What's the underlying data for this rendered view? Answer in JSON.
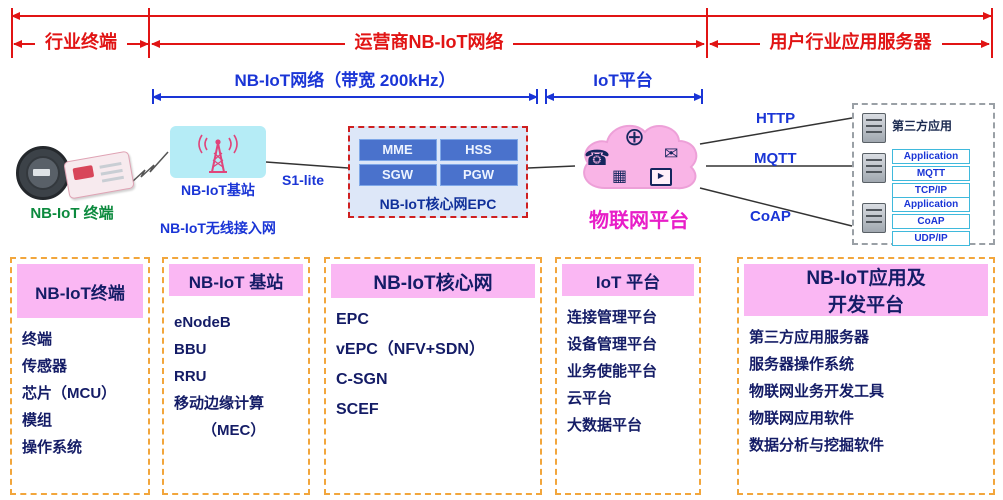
{
  "colors": {
    "red_accent": "#e11414",
    "blue_accent": "#1a35d6",
    "navy_text": "#141c66",
    "magenta_label": "#e81ec8",
    "pink_header": "#fab7f3",
    "orange_border": "#f2a63c",
    "cyan_box": "#b5ecf6",
    "green_label": "#0c8a3e"
  },
  "top": {
    "sections": [
      {
        "label": "行业终端"
      },
      {
        "label": "运营商NB-IoT网络"
      },
      {
        "label": "用户行业应用服务器"
      }
    ]
  },
  "level2": {
    "nbiot_network": "NB-IoT网络（带宽 200kHz）",
    "iot_platform": "IoT平台"
  },
  "diagram": {
    "terminal_label": "NB-IoT 终端",
    "base_station_label": "NB-IoT基站",
    "ran_label": "NB-IoT无线接入网",
    "s1_interface": "S1-lite",
    "epc": {
      "nodes": [
        "MME",
        "HSS",
        "SGW",
        "PGW"
      ],
      "label": "NB-IoT核心网EPC"
    },
    "cloud_label": "物联网平台",
    "protocols": [
      "HTTP",
      "MQTT",
      "CoAP"
    ],
    "servers": {
      "third_party_label": "第三方应用",
      "stack1": [
        "Application",
        "MQTT",
        "TCP/IP"
      ],
      "stack2": [
        "Application",
        "CoAP",
        "UDP/IP"
      ]
    }
  },
  "columns": [
    {
      "title": "NB-IoT终端",
      "items": [
        "终端",
        "传感器",
        "芯片（MCU）",
        "模组",
        "操作系统"
      ]
    },
    {
      "title": "NB-IoT 基站",
      "items": [
        "eNodeB",
        "BBU",
        "RRU",
        "移动边缘计算",
        "（MEC）"
      ]
    },
    {
      "title": "NB-IoT核心网",
      "items": [
        "EPC",
        "vEPC（NFV+SDN）",
        "C-SGN",
        "SCEF"
      ]
    },
    {
      "title": "IoT 平台",
      "items": [
        "连接管理平台",
        "设备管理平台",
        "业务使能平台",
        "云平台",
        "大数据平台"
      ]
    },
    {
      "title_lines": [
        "NB-IoT应用及",
        "开发平台"
      ],
      "items": [
        "第三方应用服务器",
        "服务器操作系统",
        "物联网业务开发工具",
        "物联网应用软件",
        "数据分析与挖掘软件"
      ]
    }
  ]
}
